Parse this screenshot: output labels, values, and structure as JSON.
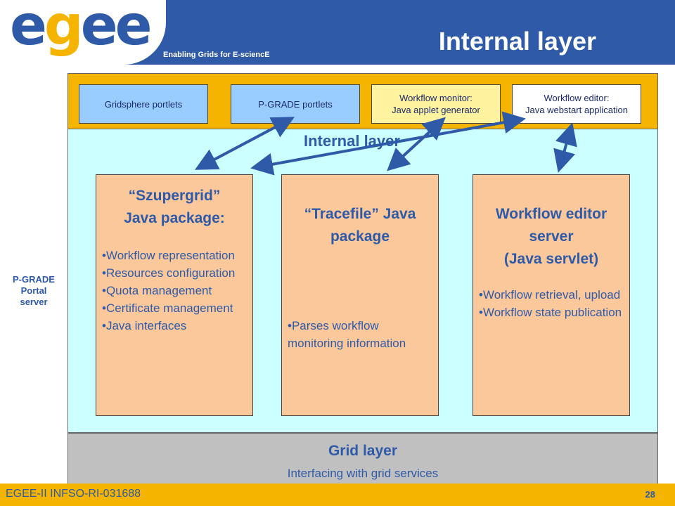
{
  "header": {
    "logo": {
      "part1": "e",
      "part2": "g",
      "part3": "ee"
    },
    "tagline": "Enabling Grids for E-sciencE",
    "title": "Internal layer"
  },
  "side_label": [
    "P-GRADE",
    "Portal",
    "server"
  ],
  "portlets": [
    {
      "lines": [
        "Gridsphere portlets"
      ]
    },
    {
      "lines": [
        "P-GRADE portlets"
      ]
    },
    {
      "lines": [
        "Workflow monitor:",
        "Java applet generator"
      ]
    },
    {
      "lines": [
        "Workflow editor:",
        "Java webstart application"
      ]
    }
  ],
  "internal_layer_label": "Internal layer",
  "packages": [
    {
      "title": [
        "“Szupergrid”",
        "Java package:"
      ],
      "items": [
        "Workflow representation",
        "Resources configuration",
        "Quota management",
        "Certificate management",
        "Java interfaces"
      ]
    },
    {
      "title": [
        "“Tracefile” Java",
        "package"
      ],
      "items": [
        "Parses workflow monitoring information"
      ]
    },
    {
      "title": [
        "Workflow editor",
        "server",
        "(Java servlet)"
      ],
      "items": [
        "Workflow retrieval, upload",
        "Workflow state publication"
      ]
    }
  ],
  "grid_layer": {
    "title": "Grid layer",
    "subtitle": "Interfacing with grid services"
  },
  "footer": {
    "text": "EGEE-II INFSO-RI-031688",
    "page": "28"
  },
  "colors": {
    "header_blue": "#2e5aa8",
    "accent_yellow": "#f5b400",
    "arrow": "#2e5aa8"
  }
}
